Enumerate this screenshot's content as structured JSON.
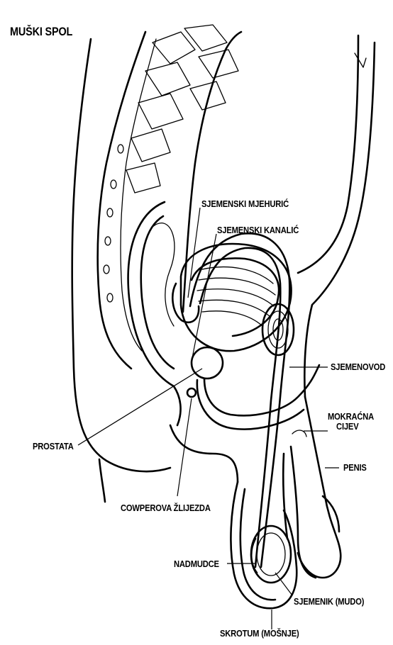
{
  "title": "MUŠKI SPOL",
  "labels": {
    "sjemenski_mjehuric": "SJEMENSKI MJEHURIĆ",
    "sjemenski_kanalic": "SJEMENSKI KANALIĆ",
    "sjemenovod": "SJEMENOVOD",
    "mokracna_line1": "MOKRAĆNA",
    "mokracna_line2": "CIJEV",
    "penis": "PENIS",
    "prostata": "PROSTATA",
    "cowperova": "COWPEROVA ŽLIJEZDA",
    "nadmudce": "NADMUDCE",
    "sjemenik": "SJEMENIK (MUDO)",
    "skrotum": "SKROTUM (MOŠNJE)"
  },
  "colors": {
    "ink": "#000000",
    "background": "#ffffff"
  }
}
